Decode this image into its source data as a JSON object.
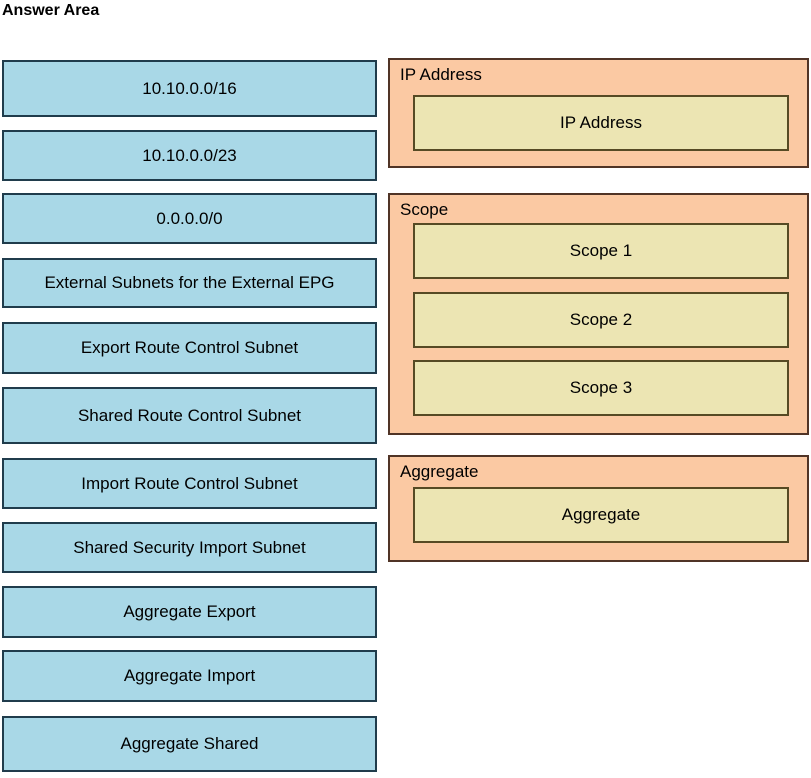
{
  "title": "Answer Area",
  "palette": {
    "background": "#ffffff",
    "text": "#000000",
    "option_fill": "#a9d8e7",
    "option_border": "#203c4c",
    "group_fill": "#fbc9a3",
    "group_border": "#503426",
    "slot_fill": "#ece5b3",
    "slot_border": "#564a24"
  },
  "options": [
    "10.10.0.0/16",
    "10.10.0.0/23",
    "0.0.0.0/0",
    "External Subnets for the External EPG",
    "Export Route Control Subnet",
    "Shared Route Control Subnet",
    "Import Route Control Subnet",
    "Shared Security Import Subnet",
    "Aggregate Export",
    "Aggregate Import",
    "Aggregate Shared"
  ],
  "groups": [
    {
      "label": "IP Address",
      "slots": [
        "IP Address"
      ]
    },
    {
      "label": "Scope",
      "slots": [
        "Scope 1",
        "Scope 2",
        "Scope 3"
      ]
    },
    {
      "label": "Aggregate",
      "slots": [
        "Aggregate"
      ]
    }
  ]
}
